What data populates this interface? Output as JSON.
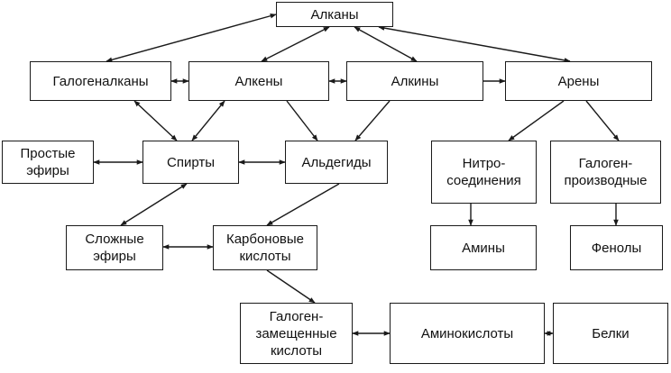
{
  "diagram": {
    "nodes": [
      {
        "id": "alkany",
        "label": "Алканы"
      },
      {
        "id": "galogenalkany",
        "label": "Галогеналканы"
      },
      {
        "id": "alkeny",
        "label": "Алкены"
      },
      {
        "id": "alkiny",
        "label": "Алкины"
      },
      {
        "id": "areny",
        "label": "Арены"
      },
      {
        "id": "prostye_efiry",
        "label": "Простые\nэфиры"
      },
      {
        "id": "spirty",
        "label": "Спирты"
      },
      {
        "id": "aldegidy",
        "label": "Альдегиды"
      },
      {
        "id": "nitrosoedineniya",
        "label": "Нитро-\nсоединения"
      },
      {
        "id": "galogenproizvodnye",
        "label": "Галоген-\nпроизводные"
      },
      {
        "id": "slozhnye_efiry",
        "label": "Сложные\nэфиры"
      },
      {
        "id": "karbonovye_kisloty",
        "label": "Карбоновые\nкислоты"
      },
      {
        "id": "aminy",
        "label": "Амины"
      },
      {
        "id": "fenoly",
        "label": "Фенолы"
      },
      {
        "id": "galogenzameshchennye",
        "label": "Галоген-\nзамещенные\nкислоты"
      },
      {
        "id": "aminokisloty",
        "label": "Аминокислоты"
      },
      {
        "id": "belki",
        "label": "Белки"
      }
    ],
    "edges": [
      {
        "from": "alkany",
        "to": "galogenalkany",
        "dir": "both"
      },
      {
        "from": "alkany",
        "to": "alkeny",
        "dir": "both"
      },
      {
        "from": "alkany",
        "to": "alkiny",
        "dir": "both"
      },
      {
        "from": "alkany",
        "to": "areny",
        "dir": "both"
      },
      {
        "from": "galogenalkany",
        "to": "alkeny",
        "dir": "both"
      },
      {
        "from": "alkeny",
        "to": "alkiny",
        "dir": "both"
      },
      {
        "from": "alkiny",
        "to": "areny",
        "dir": "forward"
      },
      {
        "from": "galogenalkany",
        "to": "spirty",
        "dir": "both"
      },
      {
        "from": "alkeny",
        "to": "spirty",
        "dir": "both"
      },
      {
        "from": "alkeny",
        "to": "aldegidy",
        "dir": "forward"
      },
      {
        "from": "alkiny",
        "to": "aldegidy",
        "dir": "forward"
      },
      {
        "from": "prostye_efiry",
        "to": "spirty",
        "dir": "both"
      },
      {
        "from": "spirty",
        "to": "aldegidy",
        "dir": "both"
      },
      {
        "from": "areny",
        "to": "nitrosoedineniya",
        "dir": "forward"
      },
      {
        "from": "areny",
        "to": "galogenproizvodnye",
        "dir": "forward"
      },
      {
        "from": "spirty",
        "to": "slozhnye_efiry",
        "dir": "both"
      },
      {
        "from": "aldegidy",
        "to": "karbonovye_kisloty",
        "dir": "forward"
      },
      {
        "from": "slozhnye_efiry",
        "to": "karbonovye_kisloty",
        "dir": "both"
      },
      {
        "from": "nitrosoedineniya",
        "to": "aminy",
        "dir": "forward"
      },
      {
        "from": "galogenproizvodnye",
        "to": "fenoly",
        "dir": "forward"
      },
      {
        "from": "karbonovye_kisloty",
        "to": "galogenzameshchennye",
        "dir": "forward"
      },
      {
        "from": "galogenzameshchennye",
        "to": "aminokisloty",
        "dir": "both"
      },
      {
        "from": "aminokisloty",
        "to": "belki",
        "dir": "both"
      }
    ]
  }
}
